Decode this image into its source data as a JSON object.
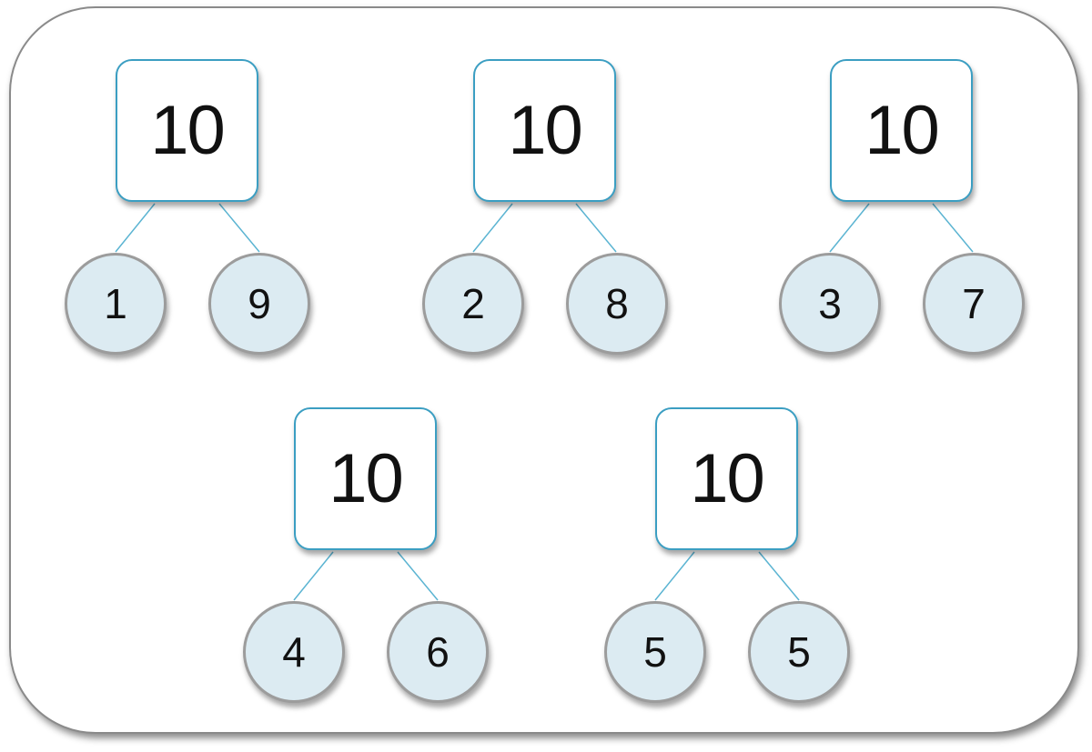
{
  "bonds": [
    {
      "whole": "10",
      "parts": [
        "1",
        "9"
      ]
    },
    {
      "whole": "10",
      "parts": [
        "2",
        "8"
      ]
    },
    {
      "whole": "10",
      "parts": [
        "3",
        "7"
      ]
    },
    {
      "whole": "10",
      "parts": [
        "4",
        "6"
      ]
    },
    {
      "whole": "10",
      "parts": [
        "5",
        "5"
      ]
    }
  ],
  "colors": {
    "box_border": "#3b9ec2",
    "connector": "#5bb4d2",
    "circle_fill": "#dcebf2",
    "circle_border": "#9c9c9c"
  }
}
